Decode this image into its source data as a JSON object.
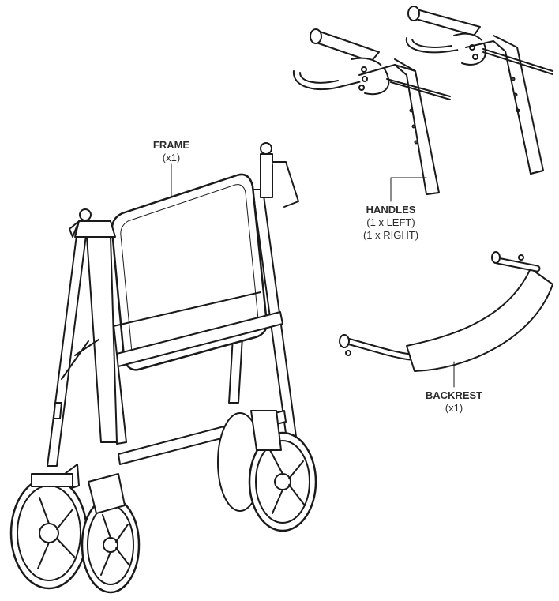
{
  "labels": {
    "frame": {
      "title": "FRAME",
      "qty": "(x1)"
    },
    "handles": {
      "title": "HANDLES",
      "line1": "(1 x LEFT)",
      "line2": "(1 x RIGHT)"
    },
    "backrest": {
      "title": "BACKREST",
      "qty": "(x1)"
    }
  },
  "colors": {
    "stroke": "#1a1a1a",
    "fill": "#ffffff",
    "shade": "#e6e6e6"
  }
}
